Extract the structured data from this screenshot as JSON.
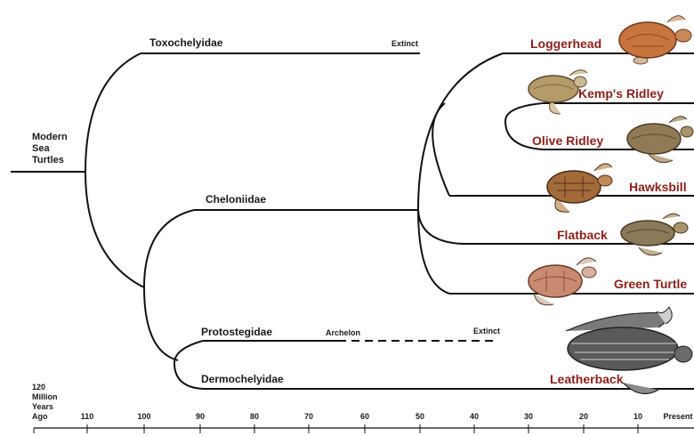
{
  "root_label": [
    "Modern",
    "Sea",
    "Turtles"
  ],
  "families": {
    "toxochelyidae": "Toxochelyidae",
    "cheloniidae": "Cheloniidae",
    "protostegidae": "Protostegidae",
    "dermochelyidae": "Dermochelyidae"
  },
  "annotations": {
    "extinct_1": "Extinct",
    "extinct_2": "Extinct",
    "archelon": "Archelon"
  },
  "species": {
    "loggerhead": "Loggerhead",
    "kemps_ridley": "Kemp's Ridley",
    "olive_ridley": "Olive Ridley",
    "hawksbill": "Hawksbill",
    "flatback": "Flatback",
    "green_turtle": "Green Turtle",
    "leatherback": "Leatherback"
  },
  "timeline": {
    "axis_label": [
      "120",
      "Million",
      "Years",
      "Ago"
    ],
    "ticks": [
      "110",
      "100",
      "90",
      "80",
      "70",
      "60",
      "50",
      "40",
      "30",
      "20",
      "10",
      "Present"
    ]
  },
  "colors": {
    "species_text": "#8a1f1a",
    "loggerhead_shell": "#c8743f",
    "kemps_shell": "#b59a6a",
    "olive_shell": "#8f7a55",
    "hawksbill_shell": "#a36a3a",
    "flatback_shell": "#8a7a5a",
    "green_shell": "#c88a70",
    "leatherback_shell": "#5a5a5a"
  }
}
